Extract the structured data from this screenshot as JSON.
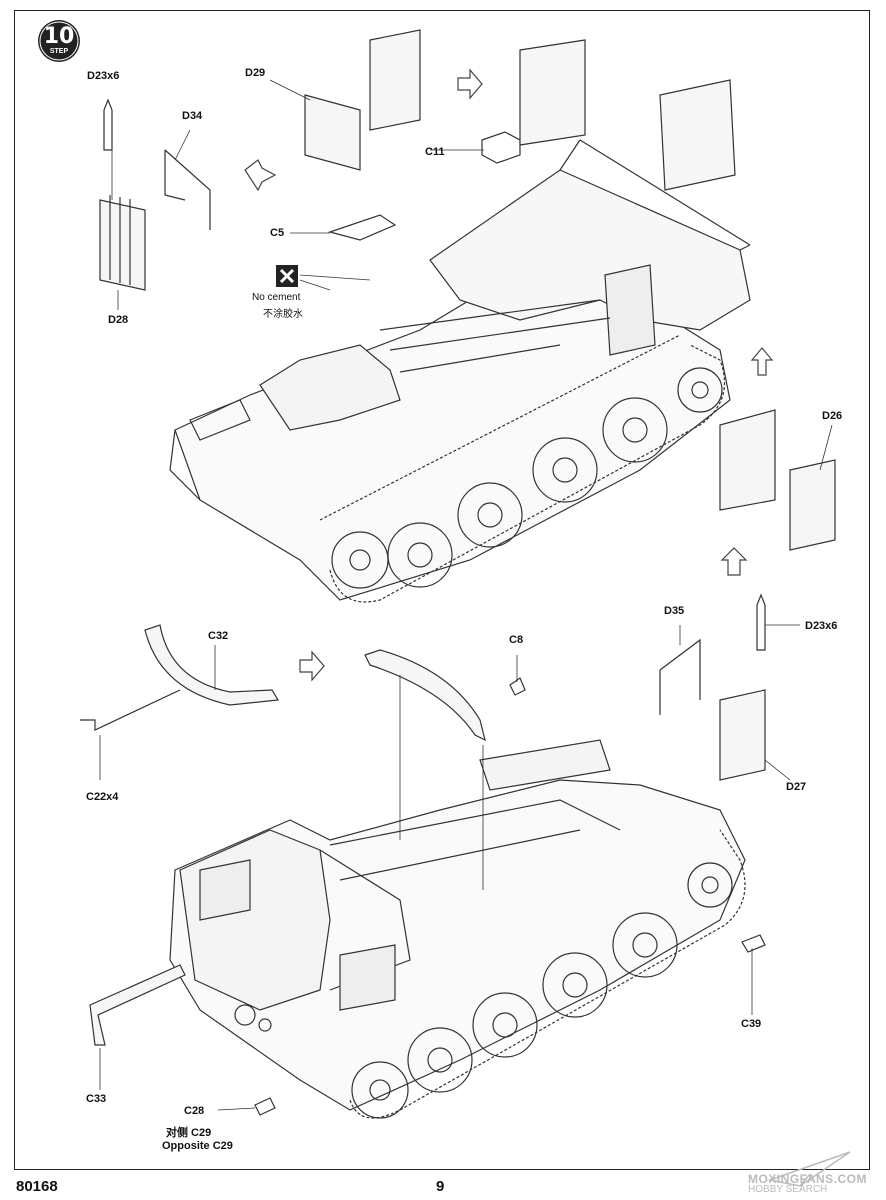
{
  "step": {
    "number": "10",
    "word": "STEP"
  },
  "labels": {
    "d23x6_top": "D23x6",
    "d34": "D34",
    "d29": "D29",
    "c11": "C11",
    "c5": "C5",
    "no_cement": "No cement",
    "no_cement_cn": "不涂胶水",
    "d28": "D28",
    "d26": "D26",
    "c32": "C32",
    "c8": "C8",
    "d35": "D35",
    "d23x6_bottom": "D23x6",
    "c22x4": "C22x4",
    "d27": "D27",
    "c39": "C39",
    "c33": "C33",
    "c28": "C28",
    "opposite_cn": "对侧 C29",
    "opposite": "Opposite C29"
  },
  "footer": {
    "code": "80168",
    "page": "9"
  },
  "watermark": {
    "line1": "MOXINGFANS.COM",
    "line2": "HOBBY SEARCH"
  }
}
